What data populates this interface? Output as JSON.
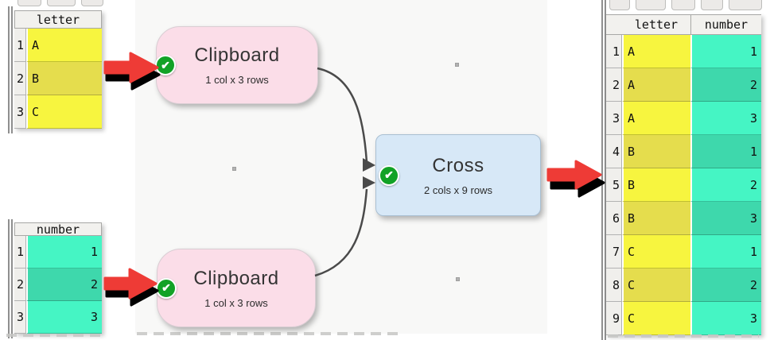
{
  "canvas": {
    "nodes": {
      "clipboard_top": {
        "title": "Clipboard",
        "subtitle": "1 col x 3 rows"
      },
      "cross": {
        "title": "Cross",
        "subtitle": "2 cols x 9 rows"
      },
      "clipboard_bottom": {
        "title": "Clipboard",
        "subtitle": "1 col x 3 rows"
      }
    },
    "status_icon": "✔"
  },
  "tables": {
    "letter_input": {
      "header": "letter",
      "rows": [
        [
          "1",
          "A"
        ],
        [
          "2",
          "B"
        ],
        [
          "3",
          "C"
        ]
      ]
    },
    "number_input": {
      "header": "number",
      "rows": [
        [
          "1",
          "1"
        ],
        [
          "2",
          "2"
        ],
        [
          "3",
          "3"
        ]
      ]
    },
    "output": {
      "headers": [
        "letter",
        "number"
      ],
      "rows": [
        [
          "1",
          "A",
          "1"
        ],
        [
          "2",
          "A",
          "2"
        ],
        [
          "3",
          "A",
          "3"
        ],
        [
          "4",
          "B",
          "1"
        ],
        [
          "5",
          "B",
          "2"
        ],
        [
          "6",
          "B",
          "3"
        ],
        [
          "7",
          "C",
          "1"
        ],
        [
          "8",
          "C",
          "2"
        ],
        [
          "9",
          "C",
          "3"
        ]
      ]
    }
  },
  "colors": {
    "node_pink": "#fbdde8",
    "node_blue": "#d7e8f7",
    "check_green": "#12a226",
    "cell_yellow": "#f7f53f",
    "cell_yellow_alt": "#e5dd4d",
    "cell_teal": "#45f5c4",
    "cell_teal_alt": "#3ed8ac",
    "annotation_red": "#ee3b36",
    "connector_gray": "#4a4a4a"
  }
}
